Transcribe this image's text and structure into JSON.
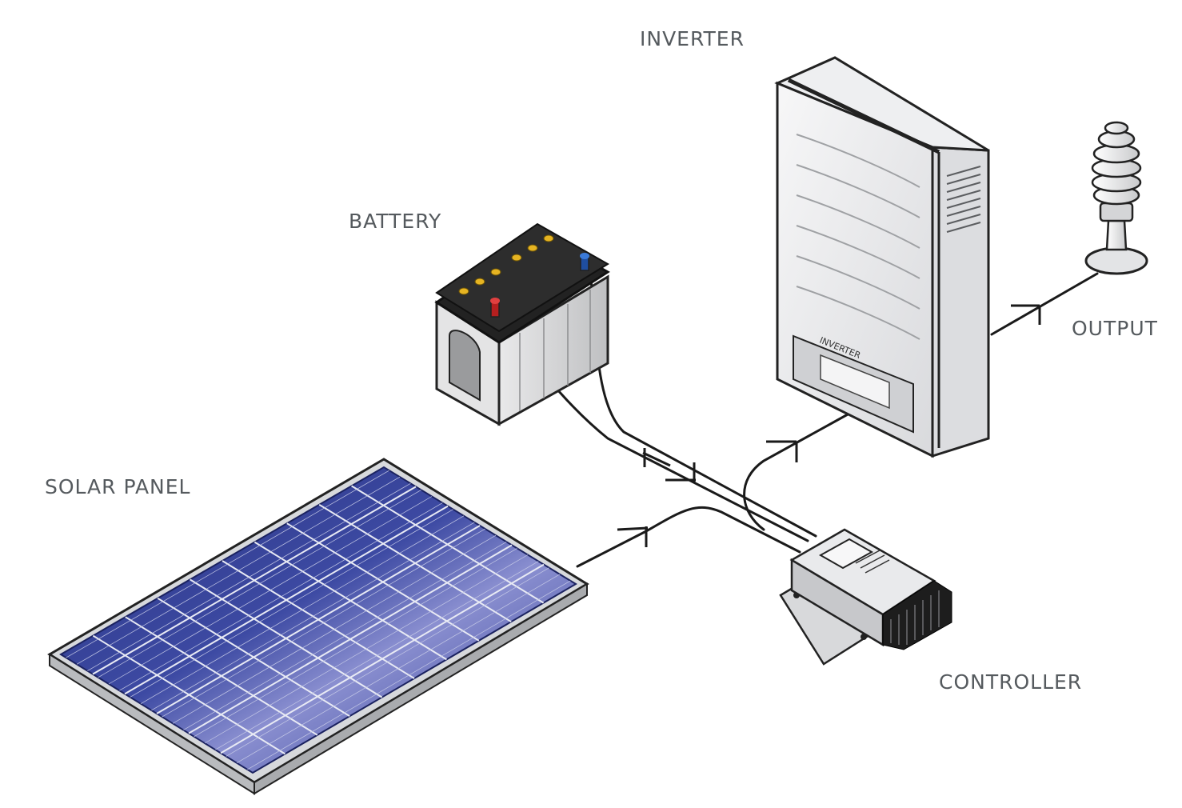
{
  "labels": {
    "inverter": "INVERTER",
    "battery": "BATTERY",
    "output": "OUTPUT",
    "solar_panel": "SOLAR PANEL",
    "controller": "CONTROLLER"
  },
  "device_text": {
    "inverter_badge": "INVERTER"
  },
  "colors": {
    "label_text": "#555a5e",
    "wire": "#1a1a1a",
    "panel_cell": "#2c3a8c",
    "panel_frame": "#d7d9dc",
    "battery_top": "#222222",
    "battery_terminal_positive": "#d22b2b",
    "battery_terminal_negative": "#2a66c9",
    "battery_vent_caps": "#e6b422",
    "inverter_body": "#e9eaec",
    "controller_body": "#dfe0e2",
    "heatsink": "#1d1d1d"
  }
}
